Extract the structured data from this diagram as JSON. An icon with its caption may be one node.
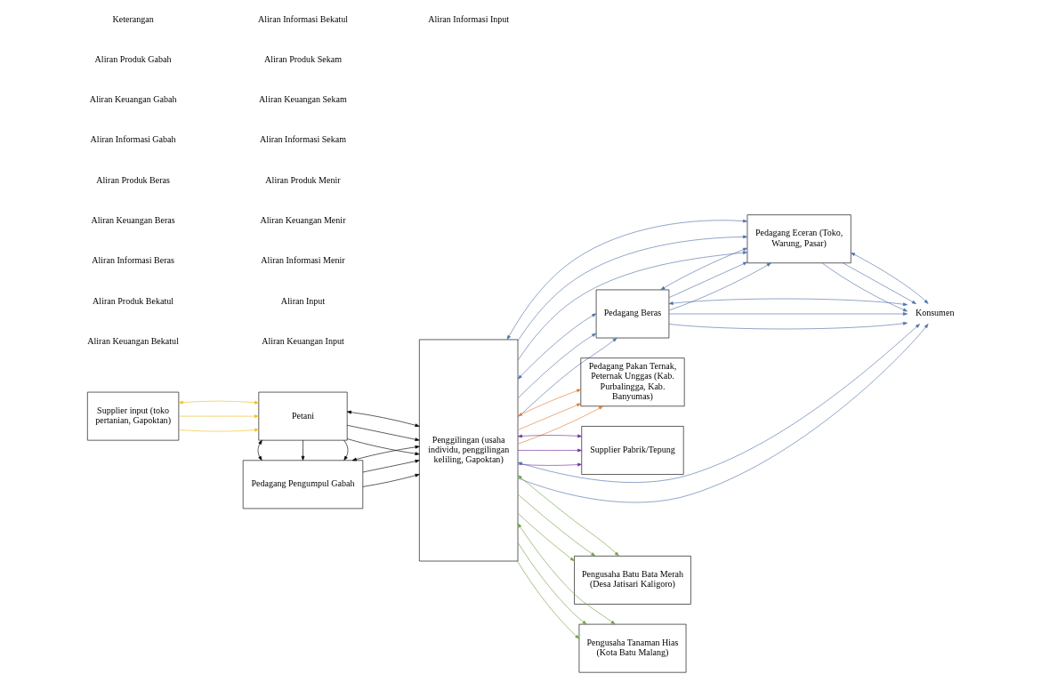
{
  "diagram": {
    "nodes": [
      {
        "text": [
          "Pedagang Pengumpul Gabah"
        ]
      },
      {
        "text": [
          "Petani"
        ]
      },
      {
        "text": [
          "Pedagang Beras"
        ]
      },
      {
        "text": [
          "Penggilingan (usaha individu, penggilingan keliling, Gapoktan)"
        ]
      },
      {
        "text": [
          "Pedagang Eceran (Toko, Warung, Pasar)"
        ]
      },
      {
        "text": [
          "Pedagang Pakan Ternak, Peternak Unggas (Kab. Purbalingga, Kab. Banyumas)"
        ]
      },
      {
        "text": [
          "Supplier Pabrik/Tepung"
        ]
      },
      {
        "text": [
          "Konsumen"
        ]
      },
      {
        "text": [
          "Pengusaha Batu Bata Merah (Desa Jatisari Kaligoro)"
        ]
      },
      {
        "text": [
          "Pengusaha Tanaman Hias (Kota Batu Malang)"
        ]
      },
      {
        "text": [
          "Supplier input (toko pertanian, Gapoktan)"
        ]
      }
    ],
    "edges": [
      {
        "from": 0,
        "to": 3,
        "arrow": "to",
        "color": "#000000"
      },
      {
        "from": 0,
        "to": 3,
        "arrow": "to",
        "color": "#000000"
      },
      {
        "from": 0,
        "to": 3,
        "arrow": "both",
        "color": "#000000"
      },
      {
        "from": 1,
        "to": 0,
        "arrow": "to",
        "color": "#000000"
      },
      {
        "from": 1,
        "to": 0,
        "arrow": "to",
        "color": "#000000"
      },
      {
        "from": 1,
        "to": 0,
        "arrow": "both",
        "color": "#000000"
      },
      {
        "from": 1,
        "to": 3,
        "arrow": "to",
        "color": "#000000"
      },
      {
        "from": 1,
        "to": 3,
        "arrow": "to",
        "color": "#000000"
      },
      {
        "from": 1,
        "to": 3,
        "arrow": "both",
        "color": "#000000"
      },
      {
        "from": 10,
        "to": 1,
        "arrow": "to",
        "color": "#f0c020"
      },
      {
        "from": 10,
        "to": 1,
        "arrow": "to",
        "color": "#f0c020"
      },
      {
        "from": 10,
        "to": 1,
        "arrow": "both",
        "color": "#f0c020"
      },
      {
        "from": 3,
        "to": 2,
        "arrow": "to"
      },
      {
        "from": 3,
        "to": 2,
        "arrow": "to"
      },
      {
        "from": 3,
        "to": 2,
        "arrow": "both"
      },
      {
        "from": 2,
        "to": 4,
        "arrow": "to"
      },
      {
        "from": 2,
        "to": 4,
        "arrow": "to"
      },
      {
        "from": 2,
        "to": 4,
        "arrow": "both"
      },
      {
        "from": 2,
        "to": 7,
        "arrow": "to"
      },
      {
        "from": 2,
        "to": 7,
        "arrow": "to"
      },
      {
        "from": 2,
        "to": 7,
        "arrow": "both"
      },
      {
        "from": 3,
        "to": 4,
        "arrow": "to"
      },
      {
        "from": 3,
        "to": 4,
        "arrow": "to"
      },
      {
        "from": 3,
        "to": 4,
        "arrow": "both"
      },
      {
        "from": 4,
        "to": 7,
        "arrow": "to"
      },
      {
        "from": 4,
        "to": 7,
        "arrow": "to"
      },
      {
        "from": 4,
        "to": 7,
        "arrow": "both"
      },
      {
        "from": 3,
        "to": 5,
        "arrow": "to",
        "color": "#e07b30"
      },
      {
        "from": 3,
        "to": 5,
        "arrow": "to",
        "color": "#e07b30"
      },
      {
        "from": 3,
        "to": 5,
        "arrow": "both",
        "color": "#e07b30"
      },
      {
        "from": 3,
        "to": 7,
        "arrow": "to"
      },
      {
        "from": 3,
        "to": 7,
        "arrow": "both"
      },
      {
        "from": 3,
        "to": 6,
        "arrow": "to",
        "color": "#7030a0"
      },
      {
        "from": 3,
        "to": 6,
        "arrow": "to",
        "color": "#7030a0"
      },
      {
        "from": 3,
        "to": 6,
        "arrow": "both",
        "color": "#7030a0"
      },
      {
        "from": 3,
        "to": 8,
        "arrow": "to",
        "color": "#70a040"
      },
      {
        "from": 3,
        "to": 8,
        "arrow": "to",
        "color": "#70a040"
      },
      {
        "from": 3,
        "to": 8,
        "arrow": "both",
        "color": "#70a040"
      },
      {
        "from": 3,
        "to": 9,
        "arrow": "to",
        "color": "#70a040"
      },
      {
        "from": 3,
        "to": 9,
        "arrow": "to",
        "color": "#70a040"
      },
      {
        "from": 3,
        "to": 9,
        "arrow": "both",
        "color": "#70a040"
      }
    ],
    "labels": [
      "Keterangan"
    ],
    "legend": [
      {
        "text": "Aliran Produk Gabah"
      },
      {
        "text": "Aliran Keuangan Gabah"
      },
      {
        "text": "Aliran Informasi Gabah"
      },
      {
        "text": "Aliran Produk Beras"
      },
      {
        "text": "Aliran Keuangan Beras"
      },
      {
        "text": "Aliran Informasi Beras"
      },
      {
        "text": "Aliran Produk Bekatul"
      },
      {
        "text": "Aliran Keuangan Bekatul"
      },
      {
        "text": "Aliran Informasi Bekatul"
      },
      {
        "text": "Aliran Produk Sekam"
      },
      {
        "text": "Aliran Keuangan Sekam"
      },
      {
        "text": "Aliran Informasi Sekam"
      },
      {
        "text": "Aliran Produk Menir"
      },
      {
        "text": "Aliran Keuangan Menir"
      },
      {
        "text": "Aliran Informasi Menir"
      },
      {
        "text": "Aliran Input"
      },
      {
        "text": "Aliran Keuangan Input"
      },
      {
        "text": "Aliran Informasi Input"
      }
    ]
  }
}
